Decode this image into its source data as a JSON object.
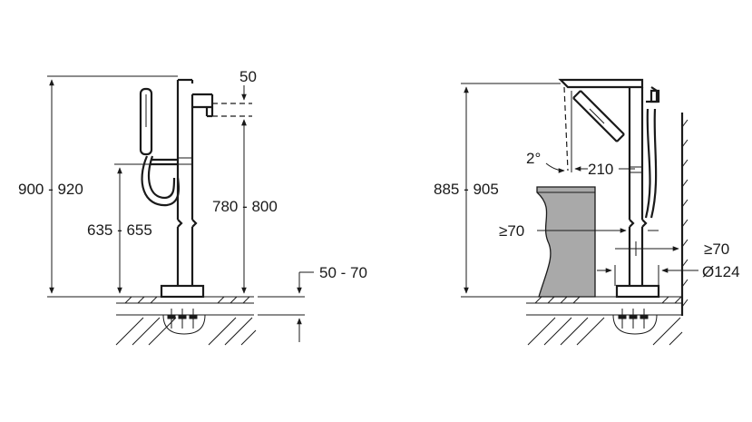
{
  "left_view": {
    "dimensions": {
      "overall_height": "900 - 920",
      "hose_connection_height": "635 - 655",
      "spout_outlet_height": "780 - 800",
      "spout_offset": "50",
      "install_depth": "50 - 70"
    }
  },
  "right_view": {
    "dimensions": {
      "overall_height": "885 - 905",
      "angle": "2°",
      "spout_reach": "210",
      "tub_clearance": "≥70",
      "wall_clearance": "≥70",
      "base_diameter": "Ø124"
    }
  }
}
